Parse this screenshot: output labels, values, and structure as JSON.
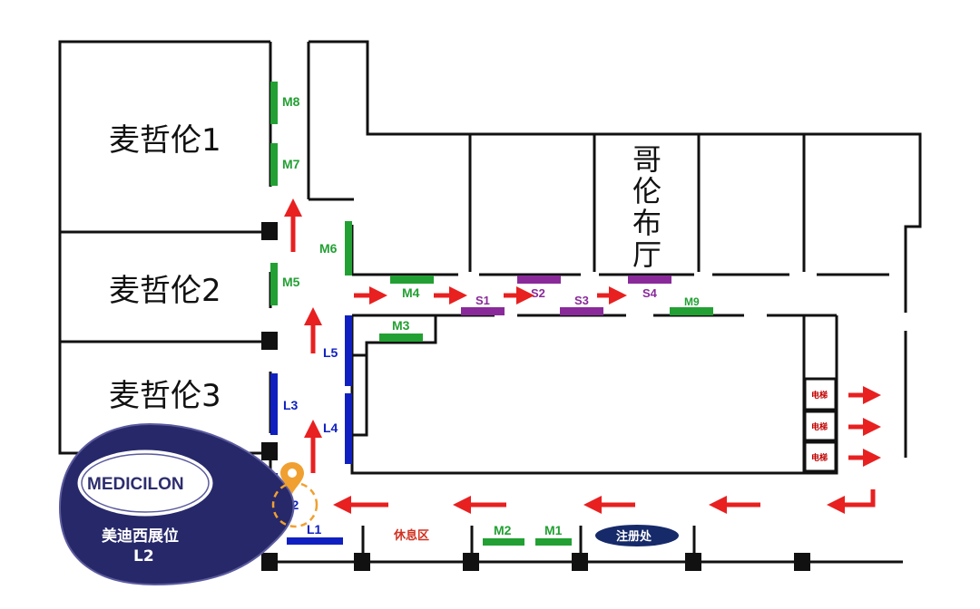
{
  "rooms": {
    "magellan1": "麦哲伦1",
    "magellan2": "麦哲伦2",
    "magellan3": "麦哲伦3",
    "columbus": [
      "哥",
      "伦",
      "布",
      "厅"
    ]
  },
  "booths": {
    "M1": "M1",
    "M2": "M2",
    "M3": "M3",
    "M4": "M4",
    "M5": "M5",
    "M6": "M6",
    "M7": "M7",
    "M8": "M8",
    "M9": "M9",
    "S1": "S1",
    "S2": "S2",
    "S3": "S3",
    "S4": "S4",
    "L1": "L1",
    "L2": "L2",
    "L3": "L3",
    "L4": "L4",
    "L5": "L5"
  },
  "facilities": {
    "elevator": "电梯",
    "rest_area": "休息区",
    "registration": "注册处"
  },
  "badge": {
    "company": "MEDICILON",
    "line1": "美迪西展位",
    "line2": "L2"
  },
  "colors": {
    "green_booth": "#22a033",
    "blue_booth": "#1020c0",
    "purple_booth": "#8a2a9a",
    "arrow": "#e82020",
    "badge_bg": "#27286a",
    "marker": "#f0a030"
  }
}
